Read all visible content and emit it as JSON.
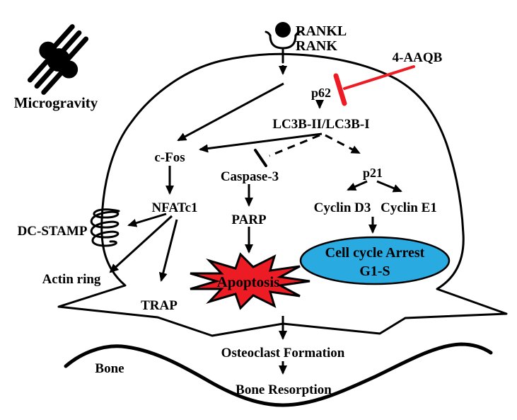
{
  "figure": {
    "description_labels": {
      "microgravity": "Microgravity",
      "rankl": "RANKL",
      "rank": "RANK",
      "inhibitor": "4-AAQB",
      "p62": "p62",
      "lc3b": "LC3B-II/LC3B-I",
      "cfos": "c-Fos",
      "nfatc1": "NFATc1",
      "dcstamp": "DC-STAMP",
      "caspase3": "Caspase-3",
      "parp": "PARP",
      "p21": "p21",
      "cyclin_d3": "Cyclin D3",
      "cyclin_e1": "Cyclin E1",
      "arrest_line1": "Cell cycle Arrest",
      "arrest_line2": "G1-S",
      "actin_ring": "Actin ring",
      "trap": "TRAP",
      "apoptosis": "Apoptosis",
      "bone": "Bone",
      "osteoclast_formation": "Osteoclast Formation",
      "bone_resorption": "Bone Resorption"
    },
    "icons": {
      "microgravity": "satellite-icon",
      "rankl_ligand": "ligand-ball-icon",
      "rank_receptor": "receptor-cup-icon",
      "dcstamp_coil": "membrane-coil-icon"
    },
    "colors": {
      "inhibitor_red": "#ed1c24",
      "apoptosis_fill": "#ed1c24",
      "arrest_fill": "#29abe2",
      "line_black": "#000000",
      "background": "#ffffff"
    }
  }
}
